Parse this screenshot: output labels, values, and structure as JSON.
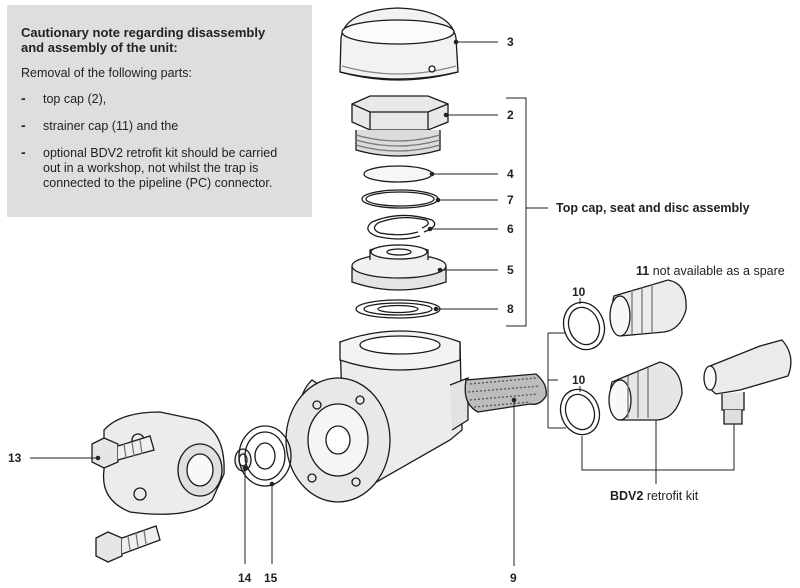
{
  "note": {
    "title_line1": "Cautionary note regarding disassembly",
    "title_line2": "and assembly of the unit:",
    "intro": "Removal of the following parts:",
    "items": [
      {
        "dash": "-",
        "line1": "top cap (2),",
        "line2": "",
        "line3": ""
      },
      {
        "dash": "-",
        "line1": "strainer cap (11) and the",
        "line2": "",
        "line3": ""
      },
      {
        "dash": "-",
        "line1": "optional BDV2 retrofit kit should be carried",
        "line2": "out in a workshop, not whilst the trap is",
        "line3": "connected to the pipeline (PC) connector."
      }
    ]
  },
  "labels": {
    "p3": "3",
    "p2": "2",
    "p4": "4",
    "p7": "7",
    "p6": "6",
    "p5": "5",
    "p8": "8",
    "p10a": "10",
    "p10b": "10",
    "p13": "13",
    "p14": "14",
    "p15": "15",
    "p9": "9",
    "p11": "11"
  },
  "captions": {
    "assembly": "Top cap, seat and disc assembly",
    "spare_rest": " not available as a spare",
    "bdv2_bold": "BDV2",
    "bdv2_rest": " retrofit kit"
  }
}
